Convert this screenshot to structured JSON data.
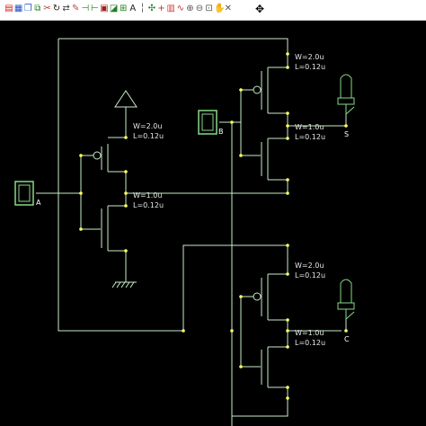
{
  "toolbar": {
    "icons": [
      {
        "name": "layers-icon",
        "glyph": "▤",
        "color": "#d02020"
      },
      {
        "name": "grid-icon",
        "glyph": "▦",
        "color": "#2050c0"
      },
      {
        "name": "copy-icon",
        "glyph": "❐",
        "color": "#3060c0"
      },
      {
        "name": "paste-icon",
        "glyph": "⧉",
        "color": "#2a8a2a"
      },
      {
        "name": "cut-icon",
        "glyph": "✂",
        "color": "#c03030"
      },
      {
        "name": "rotate-icon",
        "glyph": "↻",
        "color": "#222222"
      },
      {
        "name": "flip-icon",
        "glyph": "⇄",
        "color": "#444444"
      },
      {
        "name": "pencil-icon",
        "glyph": "✎",
        "color": "#d04040"
      },
      {
        "name": "nmos-icon",
        "glyph": "⊣",
        "color": "#208020"
      },
      {
        "name": "pmos-icon",
        "glyph": "⊢",
        "color": "#208020"
      },
      {
        "name": "contact-icon",
        "glyph": "▣",
        "color": "#a02020"
      },
      {
        "name": "via-icon",
        "glyph": "◪",
        "color": "#208020"
      },
      {
        "name": "clock-icon",
        "glyph": "⊞",
        "color": "#208020"
      },
      {
        "name": "text-icon",
        "glyph": "A",
        "color": "#222222"
      },
      {
        "name": "line-icon",
        "glyph": "╎",
        "color": "#444444"
      },
      {
        "name": "probe-icon",
        "glyph": "✣",
        "color": "#208020"
      },
      {
        "name": "plus-icon",
        "glyph": "+",
        "color": "#c03030"
      },
      {
        "name": "chart-icon",
        "glyph": "▥",
        "color": "#d04040"
      },
      {
        "name": "wave-icon",
        "glyph": "∿",
        "color": "#c03030"
      },
      {
        "name": "zoom-in-icon",
        "glyph": "⊕",
        "color": "#555555"
      },
      {
        "name": "zoom-out-icon",
        "glyph": "⊖",
        "color": "#555555"
      },
      {
        "name": "zoom-box-icon",
        "glyph": "⊡",
        "color": "#555555"
      },
      {
        "name": "hand-icon",
        "glyph": "✋",
        "color": "#555555"
      },
      {
        "name": "delete-icon",
        "glyph": "✕",
        "color": "#555555"
      },
      {
        "name": "move-arrows-icon",
        "glyph": "✥",
        "color": "#000000"
      }
    ]
  },
  "schematic": {
    "colors": {
      "wire": "#c8ecc8",
      "dot": "#ffff66",
      "io": "#88d888",
      "gnd": "#c8ecc8"
    },
    "pins": {
      "a": "A",
      "b": "B",
      "s": "S",
      "c": "C"
    },
    "devices": {
      "inv_pmos": {
        "w": "W=2.0u",
        "l": "L=0.12u"
      },
      "inv_nmos": {
        "w": "W=1.0u",
        "l": "L=0.12u"
      },
      "b_pmos": {
        "w": "W=2.0u",
        "l": "L=0.12u"
      },
      "b_nmos": {
        "w": "W=1.0u",
        "l": "L=0.12u"
      },
      "c_pmos": {
        "w": "W=2.0u",
        "l": "L=0.12u"
      },
      "c_nmos": {
        "w": "W=1.0u",
        "l": "L=0.12u"
      }
    }
  }
}
